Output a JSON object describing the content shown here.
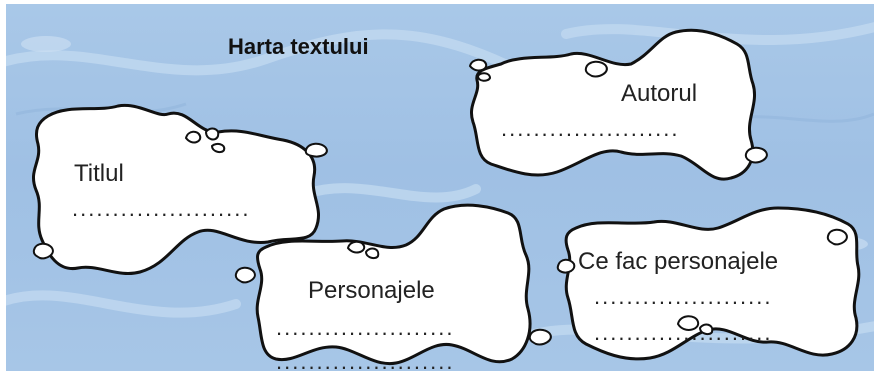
{
  "title": "Harta textului",
  "islands": {
    "titlul": {
      "label": "Titlul",
      "dots": "......................"
    },
    "autorul": {
      "label": "Autorul",
      "dots": "......................"
    },
    "personajele": {
      "label": "Personajele",
      "dots_1": "......................",
      "dots_2": "......................"
    },
    "ce_fac": {
      "label": "Ce fac personajele",
      "dots_1": "......................",
      "dots_2": "......................"
    }
  }
}
